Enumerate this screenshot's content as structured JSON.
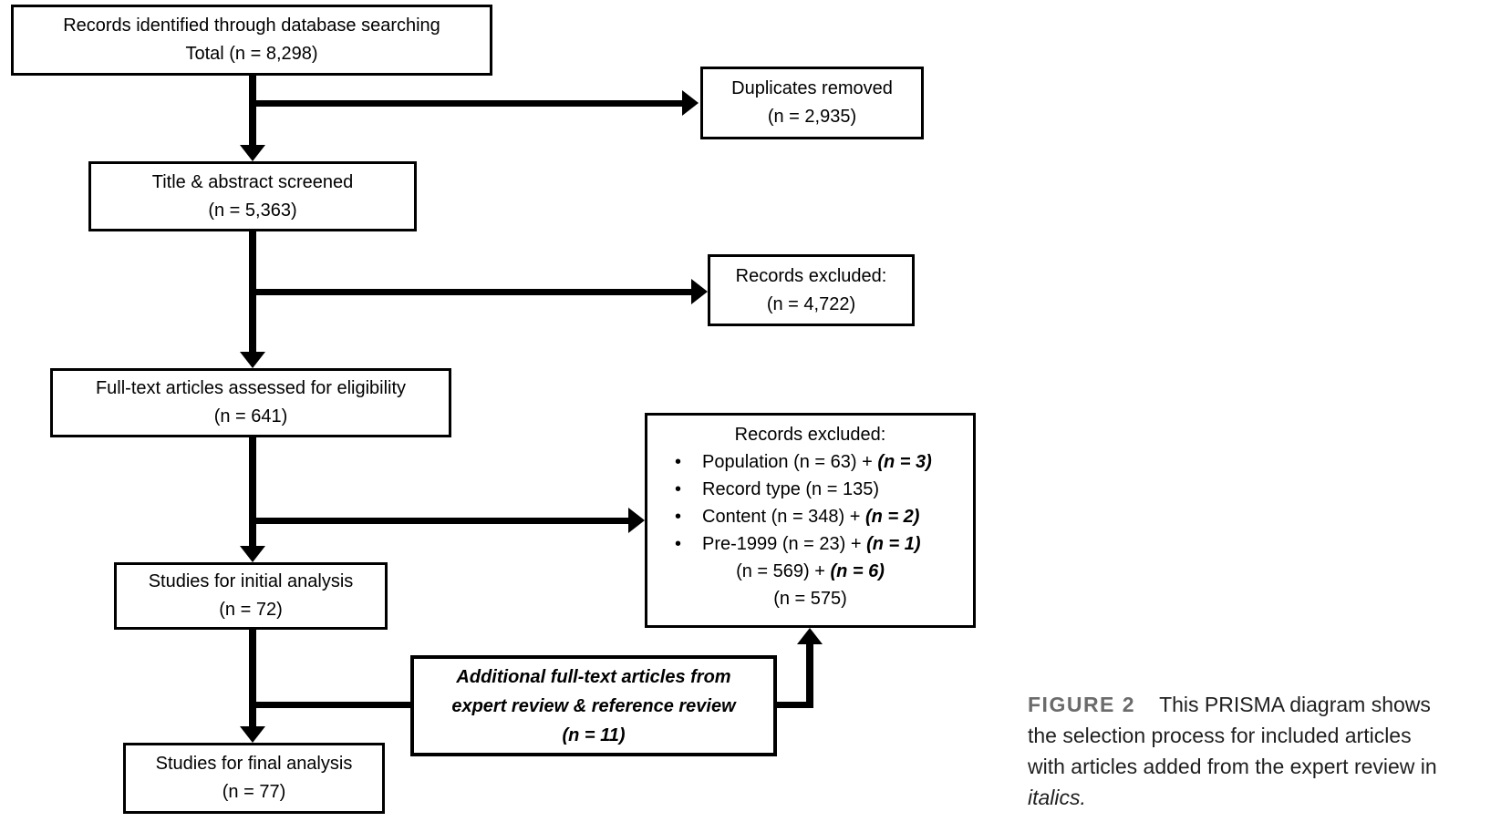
{
  "figure": {
    "boxes": {
      "identified": {
        "line1": "Records identified through database searching",
        "line2": "Total (n = 8,298)"
      },
      "duplicates_removed": {
        "line1": "Duplicates removed",
        "line2": "(n = 2,935)"
      },
      "title_abstract_screened": {
        "line1": "Title & abstract screened",
        "line2": "(n = 5,363)"
      },
      "records_excluded_screening": {
        "line1": "Records excluded:",
        "line2": "(n = 4,722)"
      },
      "fulltext_assessed": {
        "line1": "Full-text articles assessed for eligibility",
        "line2": "(n = 641)"
      },
      "records_excluded_fulltext": {
        "title": "Records excluded:",
        "bullet_glyph": "•",
        "bullets": [
          {
            "text": "Population (n = 63) + ",
            "added": "(n = 3)"
          },
          {
            "text": "Record type (n = 135)",
            "added": ""
          },
          {
            "text": "Content (n = 348) + ",
            "added": "(n = 2)"
          },
          {
            "text": "Pre-1999 (n = 23) + ",
            "added": "(n = 1)"
          }
        ],
        "subtotal_text": "(n = 569) + ",
        "subtotal_added": "(n = 6)",
        "total": "(n = 575)"
      },
      "initial_analysis": {
        "line1": "Studies for initial analysis",
        "line2": "(n = 72)"
      },
      "additional_articles": {
        "line1": "Additional full-text articles from",
        "line2": "expert review & reference review",
        "line3": "(n = 11)"
      },
      "final_analysis": {
        "line1": "Studies for final analysis",
        "line2": "(n = 77)"
      }
    },
    "caption": {
      "label": "FIGURE 2",
      "line1": "This PRISMA diagram shows",
      "line2": "the selection process for included articles",
      "line3": "with articles added from the expert review in",
      "line4": "italics."
    },
    "colors": {
      "ink": "#000000",
      "caption_label": "#6b6b6b",
      "caption_text": "#1f1f1f",
      "background": "#ffffff"
    }
  }
}
